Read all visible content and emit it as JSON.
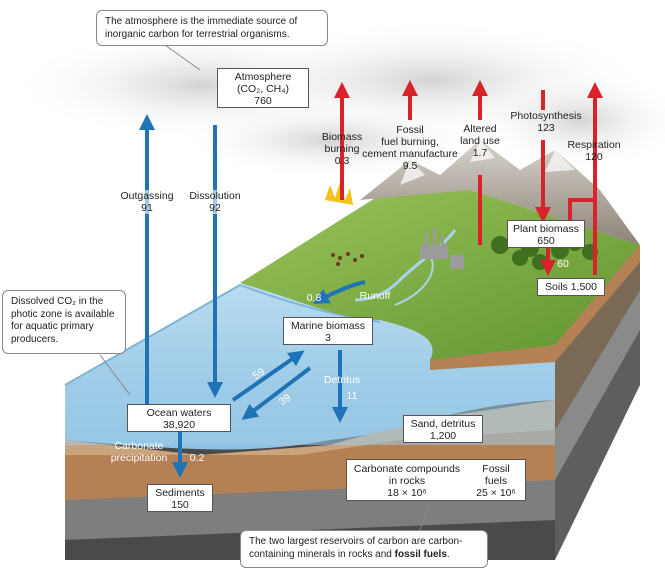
{
  "callouts": {
    "top": [
      "The atmosphere is the immediate source of",
      "inorganic carbon for terrestrial organisms."
    ],
    "left": [
      "Dissolved CO₂ in the",
      "photic zone is available",
      "for aquatic primary",
      "producers."
    ],
    "bottom_line1": "The two largest reservoirs of carbon are carbon-",
    "bottom_line2_pre": "containing minerals in rocks and ",
    "bottom_line2_bold": "fossil fuels",
    "bottom_line2_post": "."
  },
  "reservoirs": {
    "atmosphere": [
      "Atmosphere",
      "(CO₂, CH₄)",
      "760"
    ],
    "marine_biomass": [
      "Marine biomass",
      "3"
    ],
    "ocean_waters": [
      "Ocean waters",
      "38,920"
    ],
    "sediments": [
      "Sediments",
      "150"
    ],
    "plant_biomass": [
      "Plant biomass",
      "650"
    ],
    "soils": "Soils 1,500",
    "sand_detritus": [
      "Sand, detritus",
      "1,200"
    ],
    "carbonate_rocks": [
      "Carbonate compounds",
      "in rocks",
      "18 × 10⁶"
    ],
    "fossil_fuels": [
      "Fossil",
      "fuels",
      "25 × 10⁶"
    ]
  },
  "fluxes": {
    "outgassing": [
      "Outgassing",
      "91"
    ],
    "dissolution": [
      "Dissolution",
      "92"
    ],
    "biomass_burning": [
      "Biomass",
      "burning",
      "0.3"
    ],
    "fossil_fuel_burning": [
      "Fossil",
      "fuel burning,",
      "cement manufacture",
      "9.5"
    ],
    "altered_land_use": [
      "Altered",
      "land use",
      "1.7"
    ],
    "photosynthesis": [
      "Photosynthesis",
      "123"
    ],
    "respiration": [
      "Respiration",
      "120"
    ],
    "runoff": "Runoff",
    "runoff_value": "0.8",
    "plant_to_soil": "60",
    "ocean_to_marine": "59",
    "marine_to_ocean": "39",
    "detritus": "Detritus",
    "detritus_value": "11",
    "carbonate_precipitation": [
      "Carbonate",
      "precipitation"
    ],
    "carbonate_precipitation_value": "0.2"
  },
  "colors": {
    "blue_arrow": "#1f73b7",
    "red_arrow": "#d8232a",
    "ocean": "#a9d3ea",
    "land": "#7cab3e",
    "soil": "#c08456",
    "rock_gray": "#8c8c8c"
  }
}
